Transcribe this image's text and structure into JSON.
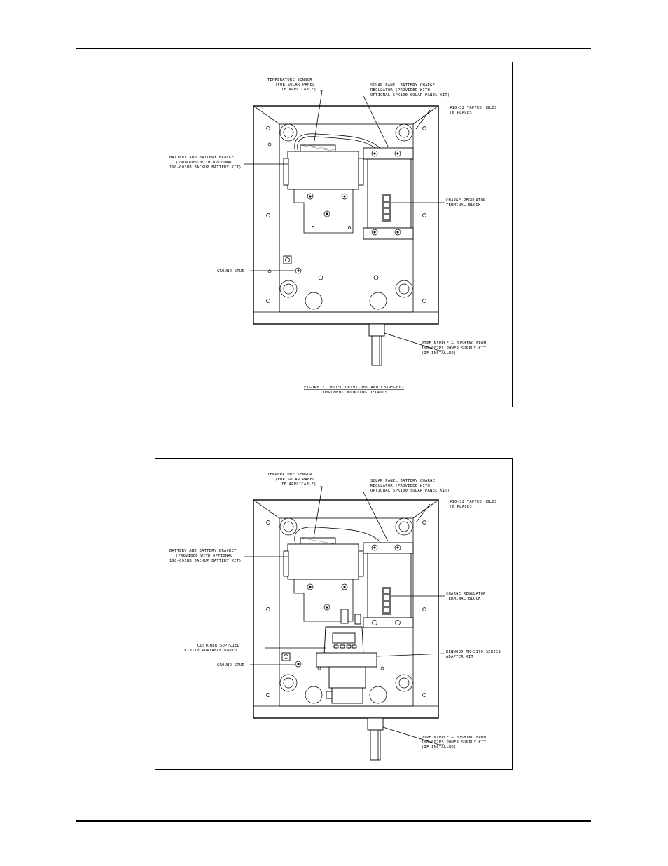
{
  "figure1": {
    "temperature_sensor": [
      "TEMPERATURE SENSOR",
      "(FOR SOLAR PANEL",
      "IF APPLICABLE)"
    ],
    "charge_regulator": [
      "SOLAR PANEL BATTERY CHARGE",
      "REGULATOR (PROVIDED WITH",
      "OPTIONAL SPK100 SOLAR PANEL KIT)"
    ],
    "tapped_holes": [
      "#10-32 TAPPED HOLES",
      "(6 PLACES)"
    ],
    "battery_bracket": [
      "BATTERY AND BATTERY BRACKET",
      "(PROVIDED WITH OPTIONAL",
      "190-001BB BACKUP BATTERY KIT)"
    ],
    "terminal_block": [
      "CHARGE REGULATOR",
      "TERMINAL BLOCK"
    ],
    "ground_stud": "GROUND STUD",
    "pipe_nipple": [
      "PIPE NIPPLE & BUSHING FROM",
      "190-002PS POWER SUPPLY KIT",
      "(IF INSTALLED)"
    ],
    "caption": [
      "FIGURE 2. MODEL CB195-001 AND CB195-002",
      "COMPONENT MOUNTING DETAILS"
    ]
  },
  "figure2": {
    "temperature_sensor": [
      "TEMPERATURE SENSOR",
      "(FOR SOLAR PANEL",
      "IF APPLICABLE)"
    ],
    "charge_regulator": [
      "SOLAR PANEL BATTERY CHARGE",
      "REGULATOR (PROVIDED WITH",
      "OPTIONAL SPK100 SOLAR PANEL KIT)"
    ],
    "tapped_holes": [
      "#10-32 TAPPED HOLES",
      "(6 PLACES)"
    ],
    "battery_bracket": [
      "BATTERY AND BATTERY BRACKET",
      "(PROVIDED WITH OPTIONAL",
      "190-001BB BACKUP BATTERY KIT)"
    ],
    "terminal_block": [
      "CHARGE REGULATOR",
      "TERMINAL BLOCK"
    ],
    "customer_radio": [
      "CUSTOMER SUPPLIED",
      "TK-3170 PORTABLE RADIO"
    ],
    "adapter_kit": [
      "KENWOOD TK-3170 SERIES",
      "ADAPTER KIT"
    ],
    "ground_stud": "GROUND STUD",
    "pipe_nipple": [
      "PIPE NIPPLE & BUSHING FROM",
      "190-002PS POWER SUPPLY KIT",
      "(IF INSTALLED)"
    ]
  }
}
